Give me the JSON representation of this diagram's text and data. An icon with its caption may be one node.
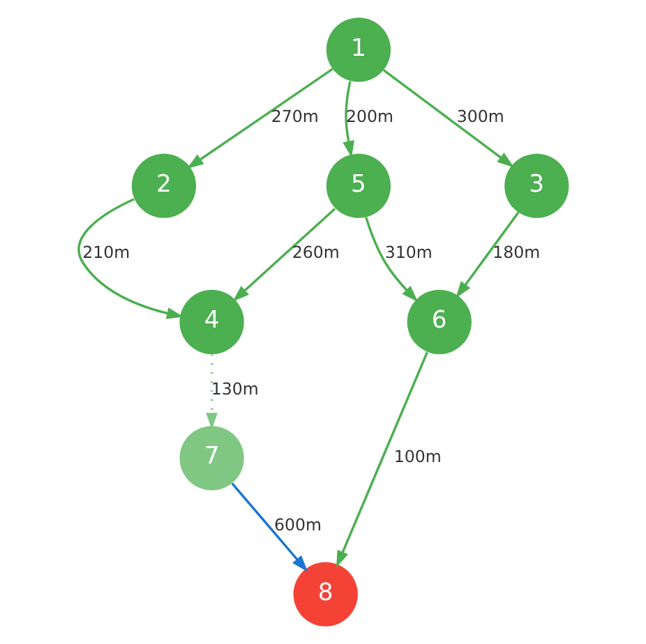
{
  "diagram": {
    "nodes": [
      {
        "text": [
          "1"
        ]
      },
      {
        "text": [
          "2"
        ]
      },
      {
        "text": [
          "3"
        ]
      },
      {
        "text": [
          "4"
        ]
      },
      {
        "text": [
          "5"
        ]
      },
      {
        "text": [
          "6"
        ]
      },
      {
        "text": [
          "7"
        ]
      },
      {
        "text": [
          "8"
        ]
      }
    ],
    "edges": [
      {
        "from": 0,
        "to": 2,
        "arrow": "to",
        "label": "300m"
      },
      {
        "from": 0,
        "to": 1,
        "arrow": "to",
        "label": "270m"
      },
      {
        "from": 0,
        "to": 4,
        "arrow": "to",
        "label": "200m"
      },
      {
        "from": 2,
        "to": 5,
        "arrow": "to",
        "label": "180m"
      },
      {
        "from": 1,
        "to": 3,
        "arrow": "to",
        "label": "210m"
      },
      {
        "from": 4,
        "to": 5,
        "arrow": "to",
        "label": "310m"
      },
      {
        "from": 4,
        "to": 3,
        "arrow": "to",
        "label": "260m"
      },
      {
        "from": 5,
        "to": 7,
        "arrow": "to",
        "label": "100m"
      },
      {
        "from": 3,
        "to": 6,
        "arrow": "to",
        "label": "130m",
        "style": "dashed",
        "color": "#81c784"
      },
      {
        "from": 6,
        "to": 7,
        "arrow": "to",
        "label": "600m",
        "color": "#1976d2"
      }
    ]
  }
}
